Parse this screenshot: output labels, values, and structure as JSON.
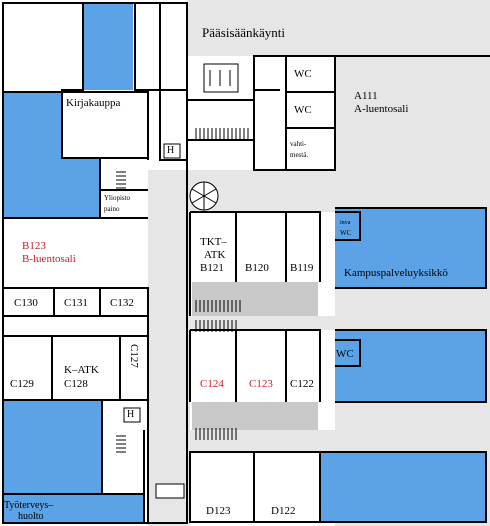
{
  "colors": {
    "room_blue": "#5ba3e6",
    "corridor_gray": "#e6e6e6",
    "stair_gray": "#c8c8c8",
    "wall": "#000000",
    "lecture_hall_text": "#c8202a"
  },
  "labels": {
    "main_entrance": "Pääsisäänkäynti",
    "bookstore": "Kirjakauppa",
    "elevator_north": "H",
    "elevator_south": "H",
    "university_print_1": "Yliopisto",
    "university_print_2": "paino",
    "b123_code": "B123",
    "b123_name": "B-luentosali",
    "c130": "C130",
    "c131": "C131",
    "c132": "C132",
    "c129": "C129",
    "katk_name": "K–ATK",
    "c128": "C128",
    "c127": "C127",
    "occupational_health_1": "Työterveys–",
    "occupational_health_2": "huolto",
    "wc_1": "WC",
    "wc_2": "WC",
    "a111_code": "A111",
    "a111_name": "A-luentosali",
    "lobby_1": "vahti-",
    "lobby_2": "mestä.",
    "tktatk_1": "TKT–",
    "tktatk_2": "ATK",
    "b121": "B121",
    "b120": "B120",
    "b119": "B119",
    "inva_wc_1": "inva",
    "inva_wc_2": "WC",
    "campus_services": "Kampuspalveluyksikkö",
    "c124": "C124",
    "c123": "C123",
    "c122": "C122",
    "wc_3": "WC",
    "d123": "D123",
    "d122": "D122"
  }
}
